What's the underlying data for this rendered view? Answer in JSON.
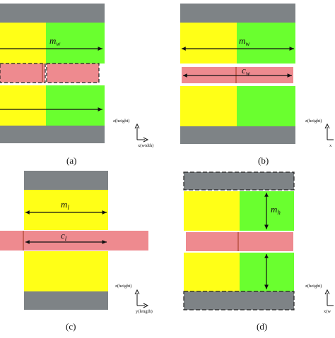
{
  "panels": {
    "a": {
      "label": "(a)",
      "dimension": "m_w",
      "dimension_main": "m",
      "dimension_sub": "w",
      "axis_vertical": "z(height)",
      "axis_horizontal": "x(width)"
    },
    "b": {
      "label": "(b)",
      "dimension_1": "m_w",
      "dimension_1_main": "m",
      "dimension_1_sub": "w",
      "dimension_2": "c_w",
      "dimension_2_main": "c",
      "dimension_2_sub": "w",
      "axis_vertical": "z(height)",
      "axis_horizontal": "x"
    },
    "c": {
      "label": "(c)",
      "dimension_1": "m_l",
      "dimension_1_main": "m",
      "dimension_1_sub": "l",
      "dimension_2": "c_l",
      "dimension_2_main": "c",
      "dimension_2_sub": "l",
      "axis_vertical": "z(height)",
      "axis_horizontal": "y(length)"
    },
    "d": {
      "label": "(d)",
      "dimension": "m_h",
      "dimension_main": "m",
      "dimension_sub": "h",
      "axis_vertical": "z(height)",
      "axis_horizontal": "x(w"
    }
  },
  "colors": {
    "gray": "#7e8386",
    "yellow": "#ffff17",
    "green": "#6aff2f",
    "pink": "#ee8a8f",
    "pink_dark": "#d96a6f",
    "divider": "#b54d3c",
    "outline": "#222222"
  }
}
